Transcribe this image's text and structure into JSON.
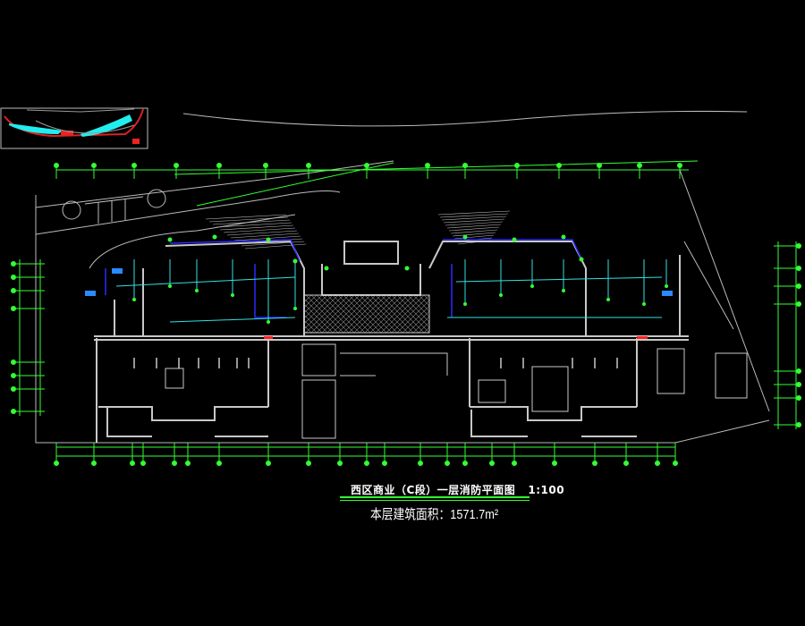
{
  "drawing": {
    "title": "西区商业（C段）一层消防平面图",
    "scale": "1:100",
    "area_label": "本层建筑面积：1571.7m²",
    "colors": {
      "background": "#000000",
      "walls": "#c0c0c0",
      "grid": "#33ff33",
      "sprinkler": "#33e0e0",
      "hydrant": "#2020ff",
      "alert": "#ff2020"
    }
  }
}
